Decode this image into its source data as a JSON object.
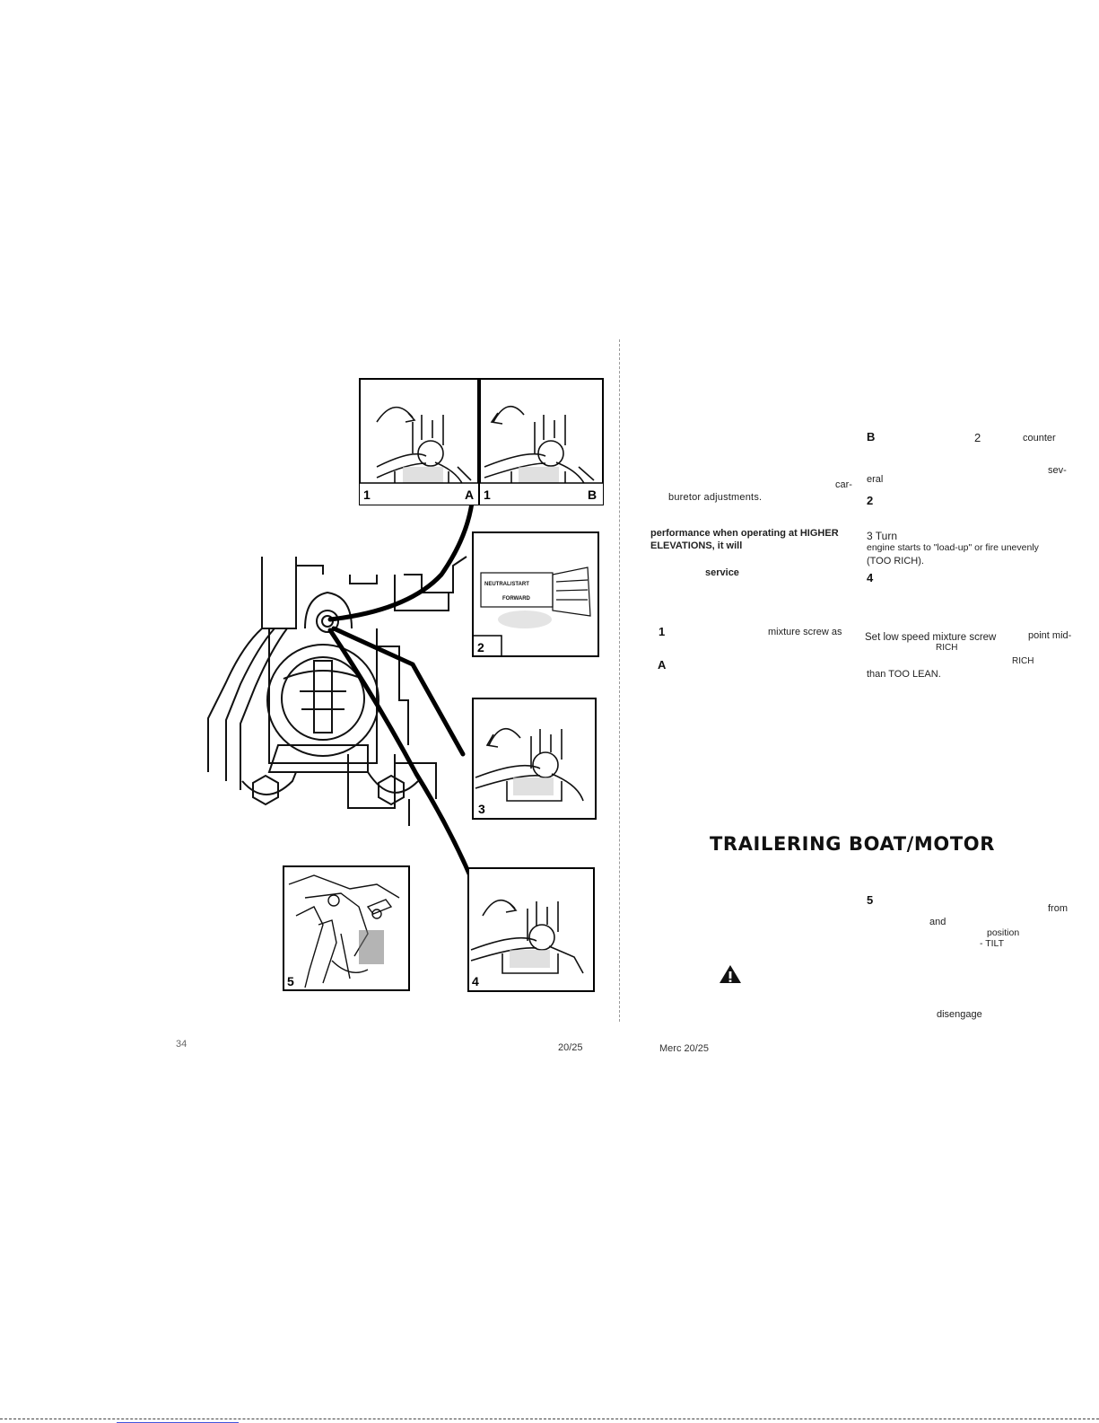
{
  "footer": {
    "page_left": "34",
    "model_left": "20/25",
    "model_right": "Merc 20/25"
  },
  "left_column": {
    "line_car": "car-",
    "line_buretor": "buretor adjustments.",
    "line_performance": "performance when operating at HIGHER",
    "line_elevations": "ELEVATIONS, it will",
    "line_service": "service",
    "step1_num": "1",
    "step1_text": "mixture screw as",
    "stepA_num": "A"
  },
  "right_column": {
    "stepB_num": "B",
    "stepB_mid": "2",
    "stepB_end": "counter",
    "line_sev": "sev-",
    "line_eral": "eral",
    "step2_num": "2",
    "step3_label": "3 Turn",
    "line_engine": "engine starts to \"load-up\" or fire unevenly",
    "line_too_rich": "(TOO RICH).",
    "step4_num": "4",
    "line_set_low": "Set low speed mixture screw",
    "line_point_mid": "point mid-",
    "line_rich1": "RICH",
    "line_rich2": "RICH",
    "line_than": "than TOO LEAN."
  },
  "trailering": {
    "title": "TRAILERING BOAT/MOTOR",
    "step5_num": "5",
    "word_from": "from",
    "word_and": "and",
    "word_position": "position",
    "word_tilt": "- TILT",
    "word_disengage": "disengage"
  },
  "figure": {
    "panel_A_number": "1",
    "panel_A_letter": "A",
    "panel_B_number": "1",
    "panel_B_letter": "B",
    "panel_2_number": "2",
    "panel_3_number": "3",
    "panel_4_number": "4",
    "panel_5_number": "5",
    "decal_line1": "NEUTRAL/START",
    "decal_line2": "FORWARD"
  }
}
